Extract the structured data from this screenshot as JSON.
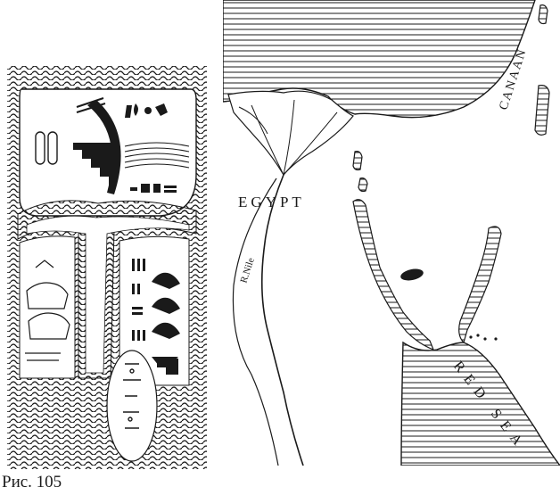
{
  "caption": "Рис. 105",
  "map": {
    "labels": {
      "egypt": "EGYPT",
      "nile": "R.Nile",
      "canaan": "CANAAN",
      "red_sea": "RED SEA"
    }
  },
  "colors": {
    "ink": "#1a1a1a",
    "paper": "#ffffff"
  }
}
